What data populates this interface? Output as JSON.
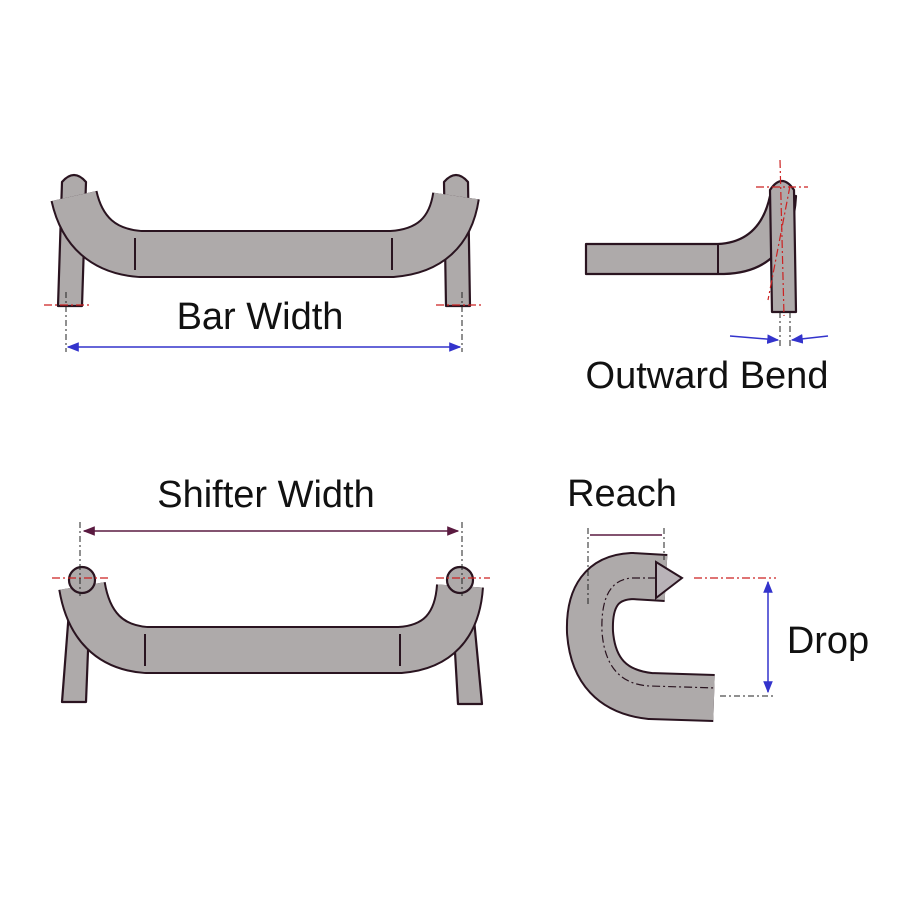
{
  "labels": {
    "bar_width": "Bar Width",
    "outward_bend": "Outward Bend",
    "shifter_width": "Shifter Width",
    "reach": "Reach",
    "drop": "Drop"
  },
  "colors": {
    "tube_fill": "#aeaaaa",
    "tube_outline": "#2a1420",
    "dimension_blue": "#3333cc",
    "dimension_dark": "#5a1a40",
    "centerline_red": "#cc2222"
  }
}
